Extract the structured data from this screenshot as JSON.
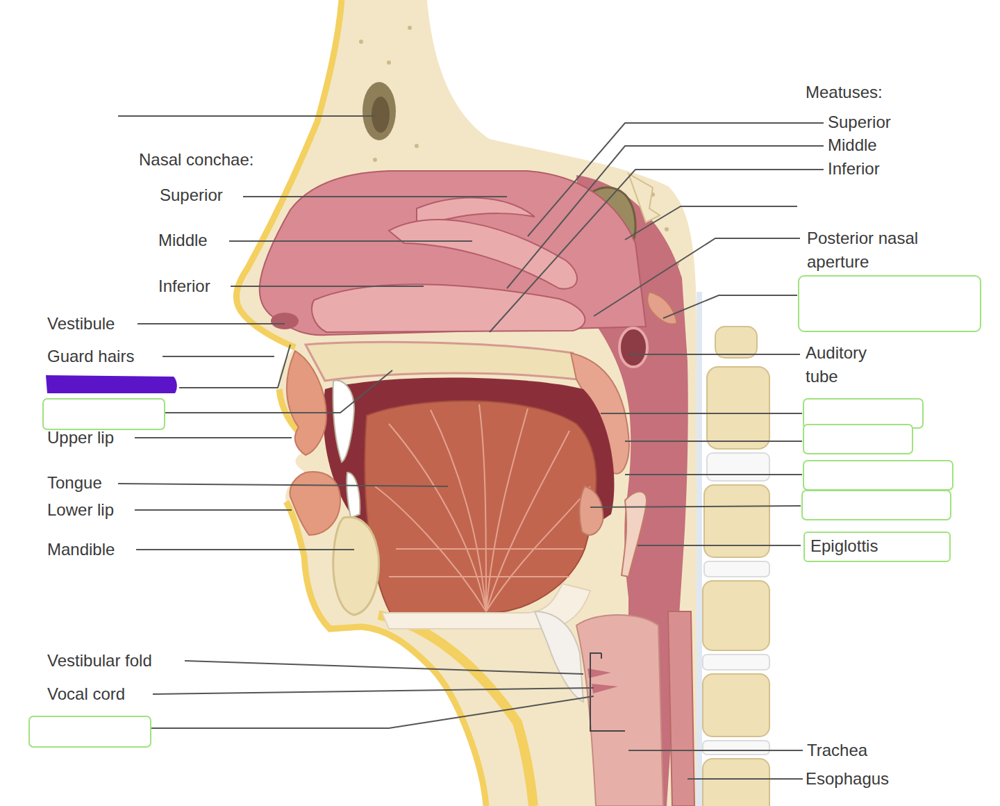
{
  "diagram": {
    "nodes": [
      {
        "text": [
          "Epiglottis"
        ]
      }
    ],
    "labels": [
      "Nasal conchae:",
      "Superior",
      "Middle",
      "Inferior",
      "Vestibule",
      "Guard hairs",
      "Upper lip",
      "Tongue",
      "Lower lip",
      "Mandible",
      "Vestibular fold",
      "Vocal cord",
      "Meatuses:",
      "Superior",
      "Middle",
      "Inferior",
      "Posterior nasal aperture",
      "Auditory tube",
      "Trachea",
      "Esophagus"
    ]
  }
}
